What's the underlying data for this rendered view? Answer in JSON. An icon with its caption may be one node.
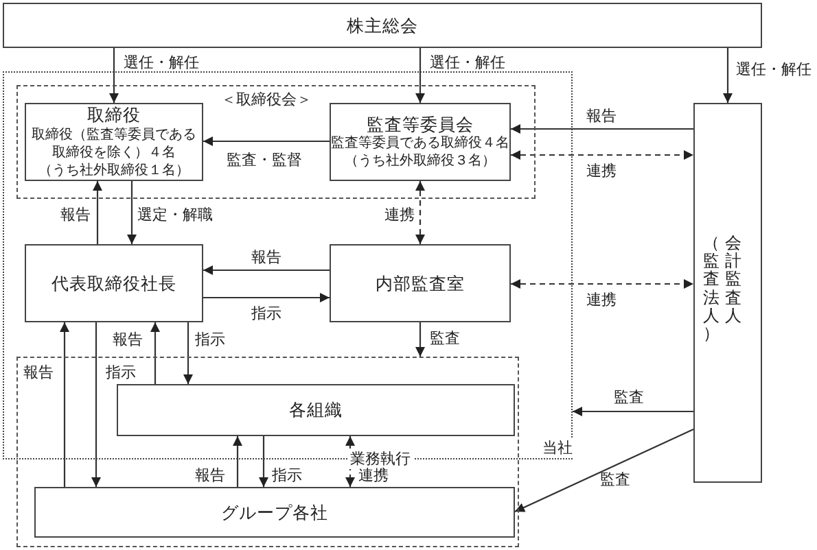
{
  "diagram": {
    "nodes": [
      {
        "text": [
          "株主総会"
        ]
      },
      {
        "text": [
          "当社"
        ]
      },
      {
        "text": [
          "＜取締役会＞"
        ],
        "in": 1
      },
      {
        "text": [
          "取締役",
          "取締役（監査等委員である取締役を除く）４名",
          "（うち社外取締役１名）"
        ],
        "in": 2
      },
      {
        "text": [
          "監査等委員会",
          "監査等委員である取締役４名",
          "（うち社外取締役３名）"
        ],
        "in": 2
      },
      {
        "text": [
          "代表取締役社長"
        ],
        "in": 1
      },
      {
        "text": [
          "内部監査室"
        ],
        "in": 1
      },
      {
        "text": [
          "業務執行"
        ]
      },
      {
        "text": [
          "各組織"
        ]
      },
      {
        "text": [
          "グループ各社"
        ],
        "in": 7
      },
      {
        "text": [
          "（監査法人）",
          "会計監査人"
        ]
      }
    ],
    "edges": [
      {
        "from": 0,
        "to": 3,
        "arrow": "to",
        "label": "選任・解任"
      },
      {
        "from": 0,
        "to": 4,
        "arrow": "to",
        "label": "選任・解任"
      },
      {
        "from": 0,
        "to": 10,
        "arrow": "to",
        "label": "選任・解任"
      },
      {
        "from": 4,
        "to": 3,
        "arrow": "to",
        "label": "監査・監督"
      },
      {
        "from": 10,
        "to": 4,
        "arrow": "to",
        "label": "報告"
      },
      {
        "from": 4,
        "to": 10,
        "arrow": "both",
        "label": "連携",
        "style": "dashed"
      },
      {
        "from": 5,
        "to": 3,
        "arrow": "to",
        "label": "報告"
      },
      {
        "from": 3,
        "to": 5,
        "arrow": "to",
        "label": "選定・解職"
      },
      {
        "from": 4,
        "to": 6,
        "arrow": "both",
        "label": "連携",
        "style": "dashed"
      },
      {
        "from": 6,
        "to": 5,
        "arrow": "to",
        "label": "報告"
      },
      {
        "from": 5,
        "to": 6,
        "arrow": "to",
        "label": "指示"
      },
      {
        "from": 6,
        "to": 10,
        "arrow": "both",
        "label": "連携",
        "style": "dashed"
      },
      {
        "from": 6,
        "to": 7,
        "arrow": "to",
        "label": "監査"
      },
      {
        "from": 8,
        "to": 5,
        "arrow": "to",
        "label": "報告"
      },
      {
        "from": 5,
        "to": 8,
        "arrow": "to",
        "label": "指示"
      },
      {
        "from": 9,
        "to": 5,
        "arrow": "to",
        "label": "報告"
      },
      {
        "from": 5,
        "to": 9,
        "arrow": "to",
        "label": "指示"
      },
      {
        "from": 9,
        "to": 8,
        "arrow": "to",
        "label": "報告"
      },
      {
        "from": 8,
        "to": 9,
        "arrow": "to",
        "label": "指示"
      },
      {
        "from": 8,
        "to": 9,
        "arrow": "both",
        "label": "連携",
        "style": "dashed"
      },
      {
        "from": 10,
        "to": 1,
        "arrow": "to",
        "label": "監査"
      },
      {
        "from": 10,
        "to": 9,
        "arrow": "to",
        "label": "監査"
      }
    ]
  }
}
